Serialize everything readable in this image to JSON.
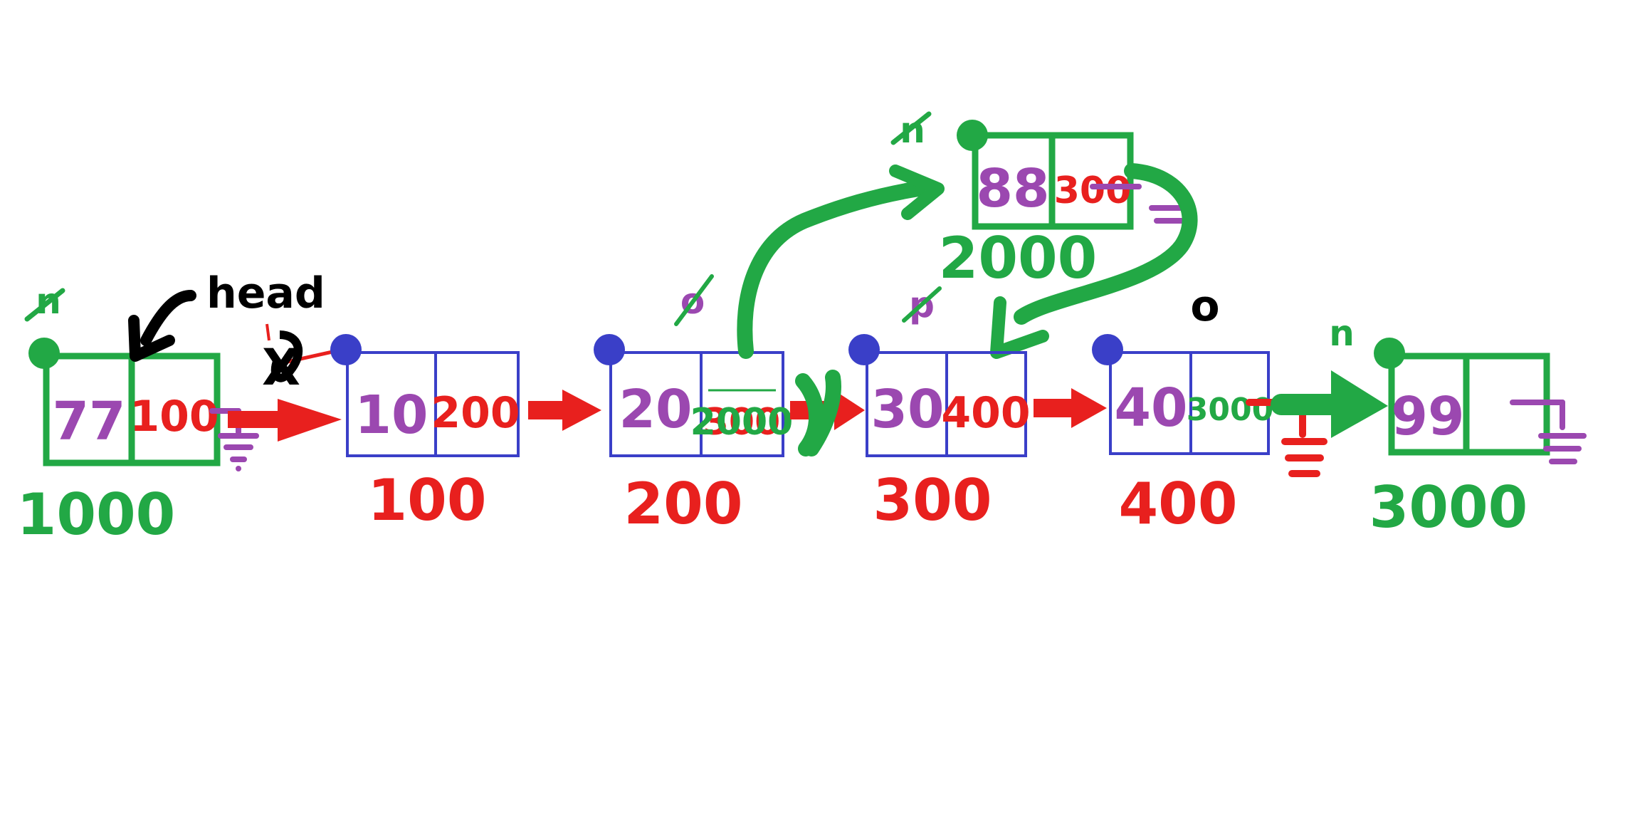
{
  "diagram": {
    "head_label": "head",
    "nodes": [
      {
        "id": "n1000",
        "value": "77",
        "next": "100",
        "address": "1000",
        "pointer_label": "n",
        "style": "green"
      },
      {
        "id": "n100",
        "value": "10",
        "next": "200",
        "address": "100",
        "style": "blue"
      },
      {
        "id": "n200",
        "value": "20",
        "next": "2000",
        "next_overwritten": "300",
        "address": "200",
        "pointer_label": "o",
        "style": "blue"
      },
      {
        "id": "n2000",
        "value": "88",
        "next": "300",
        "address": "2000",
        "pointer_label": "n",
        "style": "green"
      },
      {
        "id": "n300",
        "value": "30",
        "next": "400",
        "address": "300",
        "pointer_label": "p",
        "style": "blue"
      },
      {
        "id": "n400",
        "value": "40",
        "next": "3000",
        "address": "400",
        "pointer_label": "o",
        "style": "blue"
      },
      {
        "id": "n3000",
        "value": "99",
        "next": "",
        "address": "3000",
        "pointer_label": "n",
        "style": "green"
      }
    ],
    "colors": {
      "blue_box": "#3a3fc8",
      "green": "#22a845",
      "red": "#e8201e",
      "purple": "#9b48b0",
      "black": "#000000"
    }
  }
}
